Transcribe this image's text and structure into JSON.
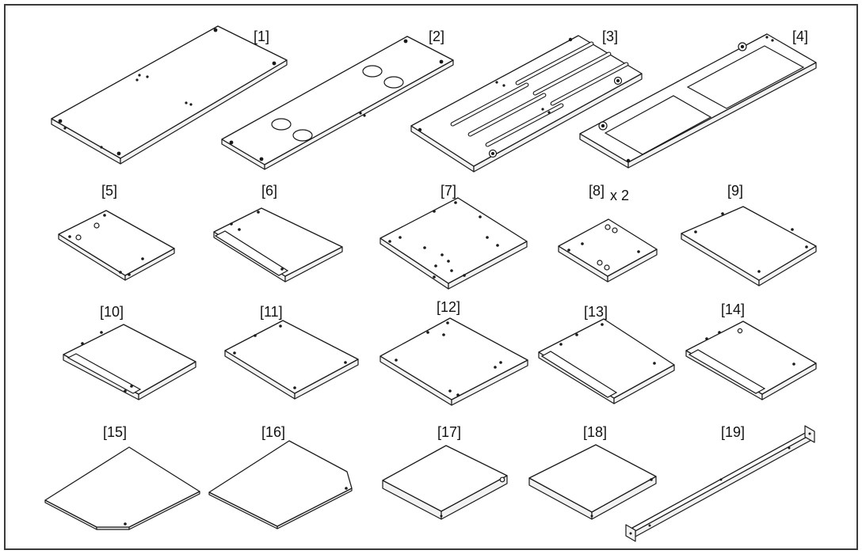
{
  "diagram": {
    "parts": [
      {
        "id": "1",
        "label": "[1]"
      },
      {
        "id": "2",
        "label": "[2]"
      },
      {
        "id": "3",
        "label": "[3]"
      },
      {
        "id": "4",
        "label": "[4]"
      },
      {
        "id": "5",
        "label": "[5]"
      },
      {
        "id": "6",
        "label": "[6]"
      },
      {
        "id": "7",
        "label": "[7]"
      },
      {
        "id": "8",
        "label": "[8]",
        "qty": "x 2"
      },
      {
        "id": "9",
        "label": "[9]"
      },
      {
        "id": "10",
        "label": "[10]"
      },
      {
        "id": "11",
        "label": "[11]"
      },
      {
        "id": "12",
        "label": "[12]"
      },
      {
        "id": "13",
        "label": "[13]"
      },
      {
        "id": "14",
        "label": "[14]"
      },
      {
        "id": "15",
        "label": "[15]"
      },
      {
        "id": "16",
        "label": "[16]"
      },
      {
        "id": "17",
        "label": "[17]"
      },
      {
        "id": "18",
        "label": "[18]"
      },
      {
        "id": "19",
        "label": "[19]"
      }
    ]
  }
}
